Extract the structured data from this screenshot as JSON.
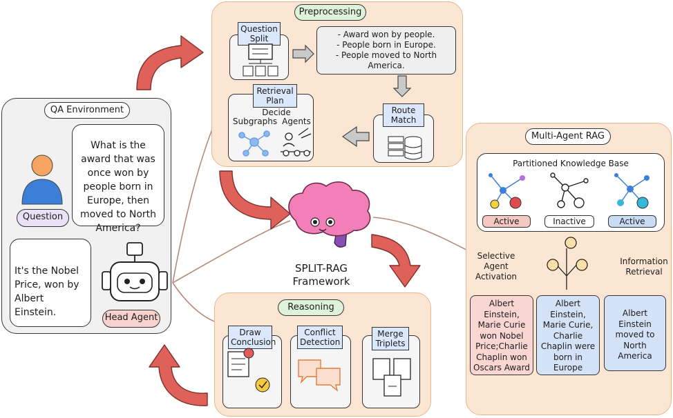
{
  "qa_env": {
    "title": "QA Environment",
    "question_text": "What is the award that was once won by people born in Europe, then moved to North America?",
    "question_label": "Question",
    "answer_text": "It's the Nobel Price, won by Albert Einstein.",
    "head_agent_label": "Head Agent"
  },
  "preprocessing": {
    "title": "Preprocessing",
    "question_split": "Question Split",
    "split_items": [
      "- Award won by people.",
      "- People born in Europe.",
      "- People moved to North America."
    ],
    "route_match": "Route Match",
    "retrieval_plan": "Retrieval Plan",
    "decide": "Decide",
    "subgraphs": "Subgraphs",
    "agents": "Agents"
  },
  "center": {
    "framework_line1": "SPLIT-RAG",
    "framework_line2": "Framework"
  },
  "reasoning": {
    "title": "Reasoning",
    "items": [
      "Draw Conclusion",
      "Conflict Detection",
      "Merge Triplets"
    ]
  },
  "multi_agent": {
    "title": "Multi-Agent RAG",
    "kb_title": "Partitioned Knowledge Base",
    "statuses": [
      "Active",
      "Inactive",
      "Active"
    ],
    "selective": "Selective Agent Activation",
    "information_retrieval": "Information Retrieval",
    "results": [
      "Albert Einstein, Marie Curie won Nobel Price;Charlie Chaplin won Oscars Award",
      "Albert Einstein, Marie Curie, Charlie Chaplin were born in Europe",
      "Albert Einstein moved to North America"
    ]
  },
  "colors": {
    "peach_bg": "#fbe6d3",
    "peach_border": "#e9b68a",
    "red_arrow": "#d9534f",
    "brain_pink": "#f27fb8",
    "tag_blue": "#dbe7fa",
    "active_red": "#f5c9c3",
    "active_blue": "#c9dcf5"
  }
}
